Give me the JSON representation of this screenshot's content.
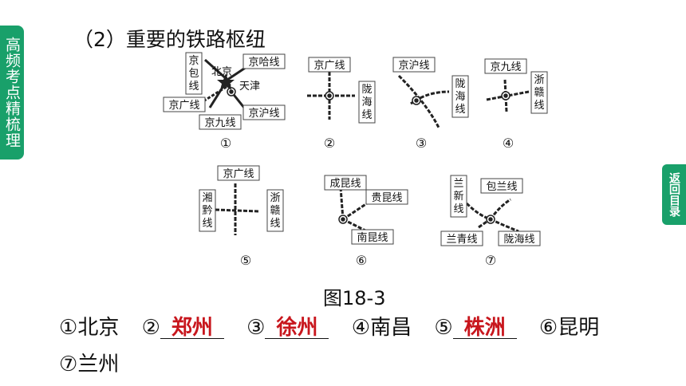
{
  "sidebar": {
    "label": "高频考点精梳理"
  },
  "back_button": {
    "label": "返回目录"
  },
  "heading": "（2）重要的铁路枢纽",
  "figure": {
    "caption": "图18-3",
    "hubs": [
      {
        "num": "①",
        "labels": [
          "京包线",
          "北京",
          "京哈线",
          "天津",
          "京广线",
          "京沪线",
          "京九线"
        ]
      },
      {
        "num": "②",
        "labels": [
          "京广线",
          "陇海线"
        ]
      },
      {
        "num": "③",
        "labels": [
          "京沪线",
          "陇海线"
        ]
      },
      {
        "num": "④",
        "labels": [
          "京九线",
          "浙赣线"
        ]
      },
      {
        "num": "⑤",
        "labels": [
          "京广线",
          "湘黔线",
          "浙赣线"
        ]
      },
      {
        "num": "⑥",
        "labels": [
          "成昆线",
          "贵昆线",
          "南昆线"
        ]
      },
      {
        "num": "⑦",
        "labels": [
          "兰新线",
          "包兰线",
          "兰青线",
          "陇海线"
        ]
      }
    ]
  },
  "answers": [
    {
      "num": "①",
      "text": "北京",
      "blank": false
    },
    {
      "num": "②",
      "text": "郑州",
      "blank": true
    },
    {
      "num": "③",
      "text": "徐州",
      "blank": true
    },
    {
      "num": "④",
      "text": "南昌",
      "blank": false
    },
    {
      "num": "⑤",
      "text": "株洲",
      "blank": true
    },
    {
      "num": "⑥",
      "text": "昆明",
      "blank": false
    },
    {
      "num": "⑦",
      "text": "兰州",
      "blank": false
    }
  ]
}
